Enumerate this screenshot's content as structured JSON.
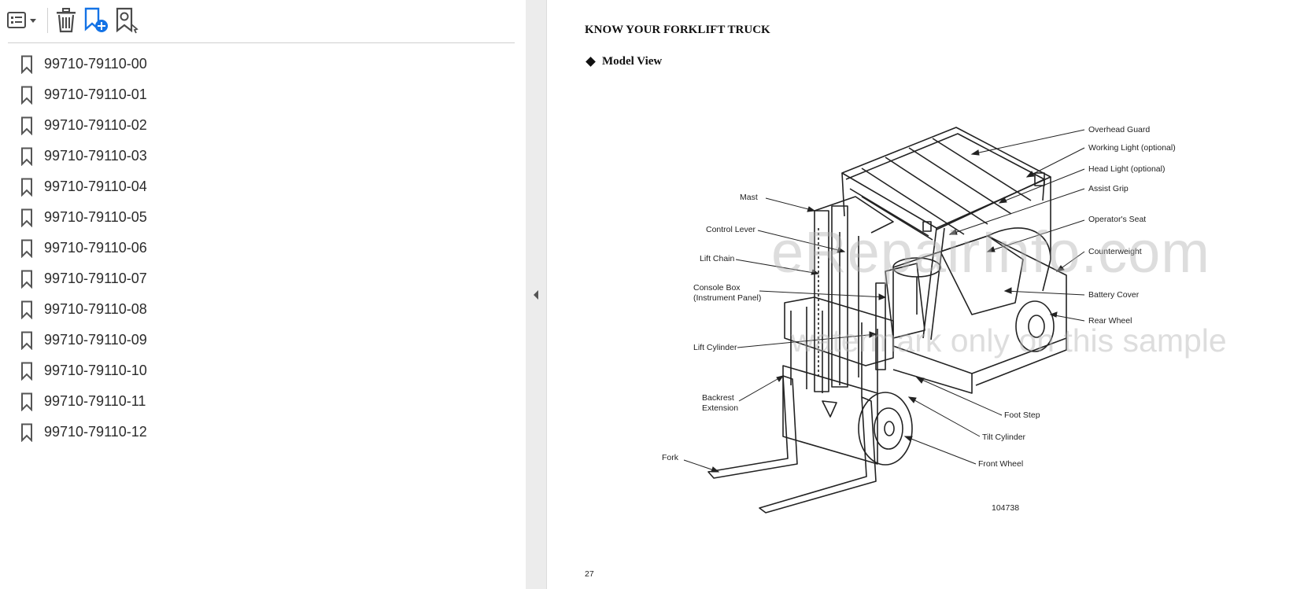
{
  "toolbar": {
    "icons": [
      "options-menu-icon",
      "trash-icon",
      "add-bookmark-icon",
      "find-bookmark-icon"
    ]
  },
  "bookmarks": [
    "99710-79110-00",
    "99710-79110-01",
    "99710-79110-02",
    "99710-79110-03",
    "99710-79110-04",
    "99710-79110-05",
    "99710-79110-06",
    "99710-79110-07",
    "99710-79110-08",
    "99710-79110-09",
    "99710-79110-10",
    "99710-79110-11",
    "99710-79110-12"
  ],
  "document": {
    "heading": "KNOW YOUR FORKLIFT TRUCK",
    "subheading": "Model View",
    "labels": {
      "overhead_guard": "Overhead Guard",
      "working_light": "Working Light (optional)",
      "head_light": "Head Light (optional)",
      "assist_grip": "Assist Grip",
      "operators_seat": "Operator's Seat",
      "counterweight": "Counterweight",
      "battery_cover": "Battery Cover",
      "rear_wheel": "Rear Wheel",
      "foot_step": "Foot Step",
      "tilt_cylinder": "Tilt Cylinder",
      "front_wheel": "Front Wheel",
      "mast": "Mast",
      "control_lever": "Control Lever",
      "lift_chain": "Lift Chain",
      "console_box_1": "Console Box",
      "console_box_2": "(Instrument Panel)",
      "lift_cylinder": "Lift Cylinder",
      "backrest_1": "Backrest",
      "backrest_2": "Extension",
      "fork": "Fork"
    },
    "figure_number": "104738",
    "page_number": "27",
    "watermark_main": "eRepairInfo.com",
    "watermark_sub": "watermark only on this sample"
  },
  "colors": {
    "accent": "#1473e6",
    "icon": "#4b4b4b",
    "label_text": "#2b2b2b"
  }
}
